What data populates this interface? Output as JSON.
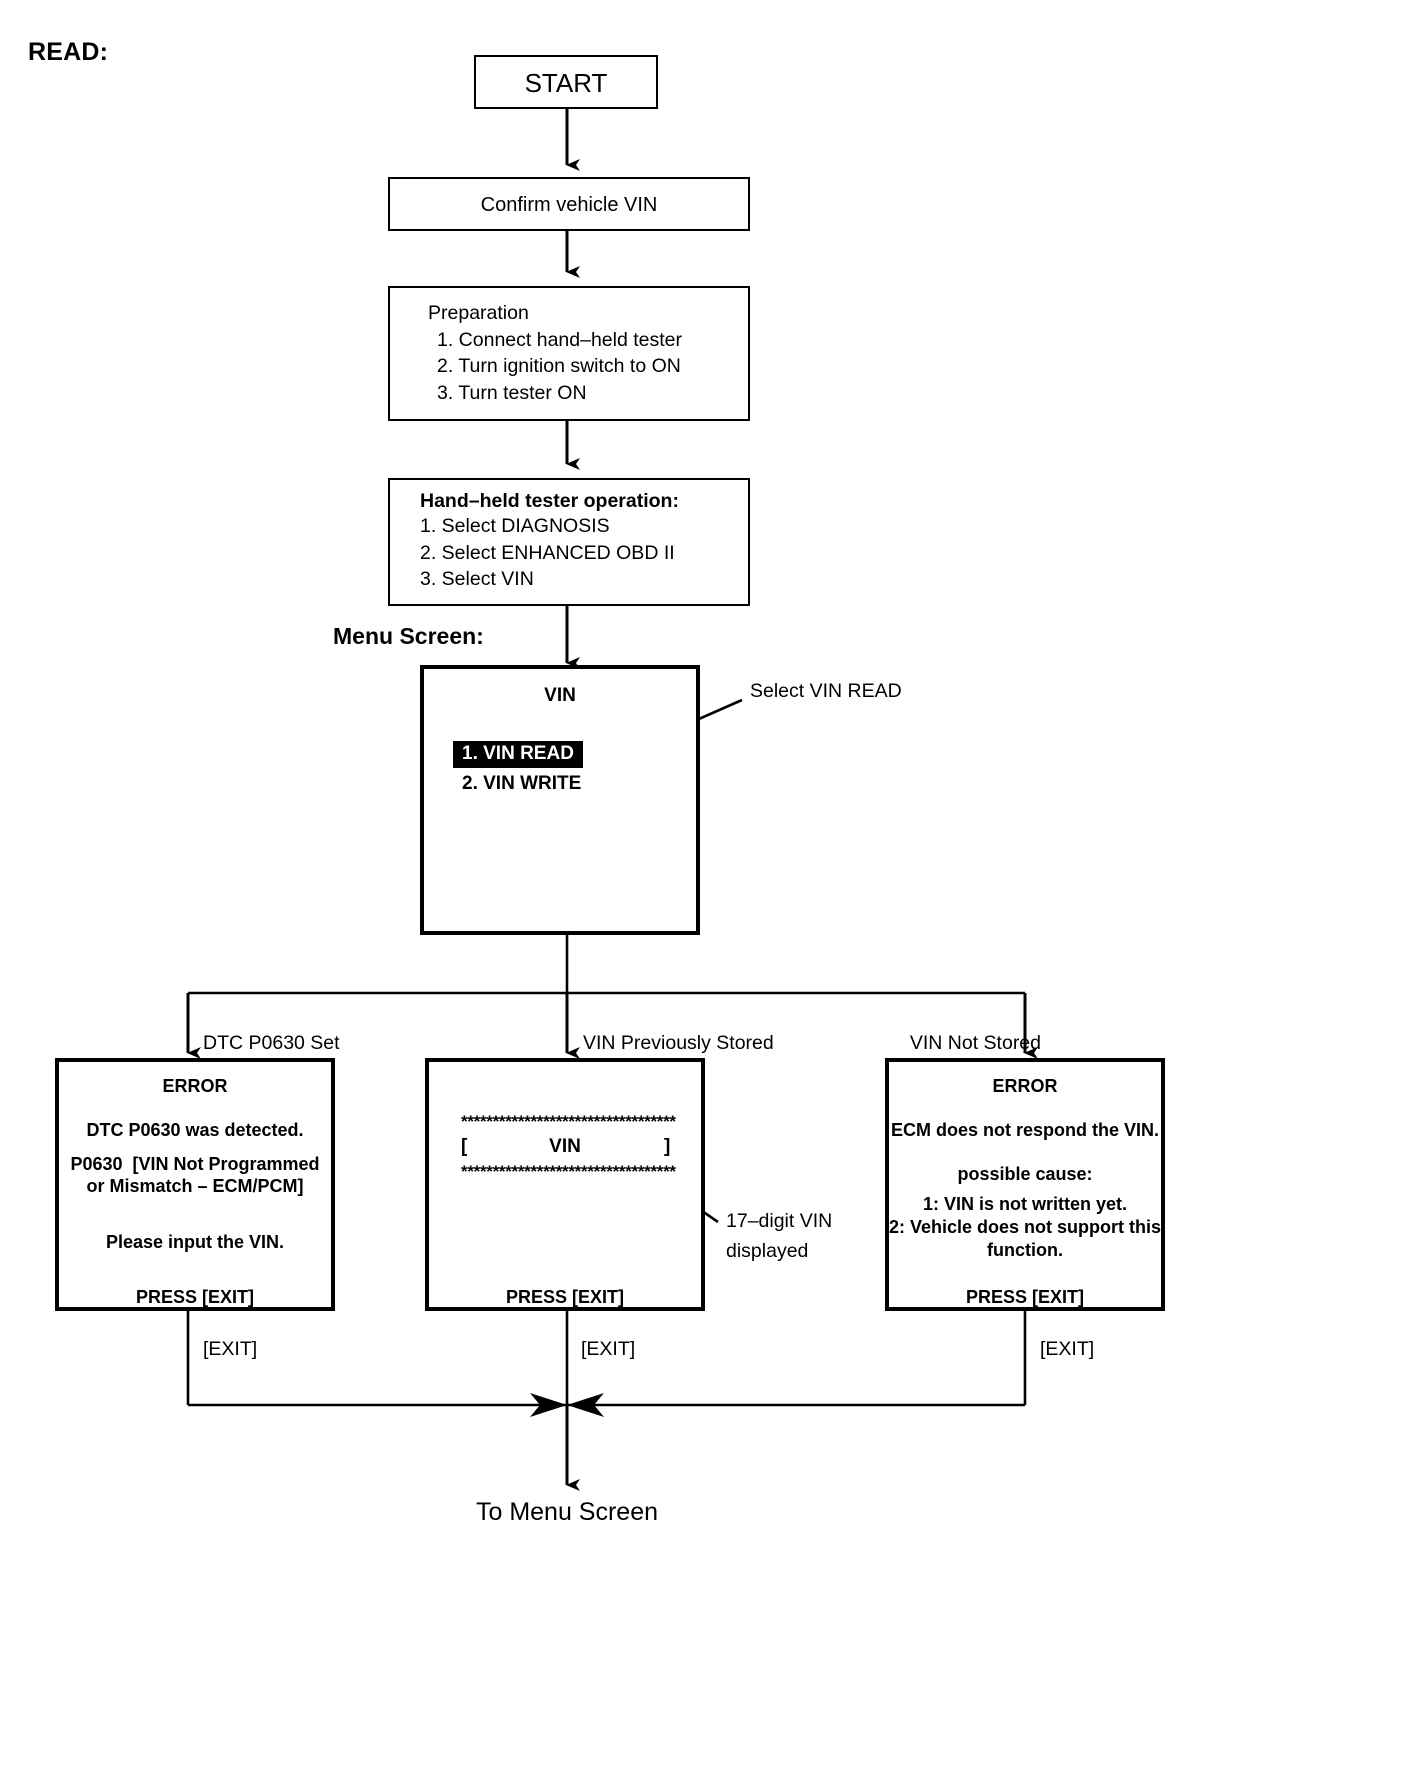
{
  "page": {
    "section_title": "READ:",
    "menu_screen_label": "Menu Screen:",
    "footer_label": "To Menu Screen"
  },
  "nodes": {
    "start": {
      "label": "START"
    },
    "confirm_vin": {
      "label": "Confirm vehicle VIN"
    },
    "preparation": {
      "heading": "Preparation",
      "steps": [
        "1. Connect hand–held tester",
        "2. Turn ignition switch to ON",
        "3. Turn tester ON"
      ]
    },
    "tester_operation": {
      "heading": "Hand–held tester operation:",
      "steps": [
        "1. Select DIAGNOSIS",
        "2. Select ENHANCED OBD II",
        "3. Select VIN"
      ]
    },
    "menu_lcd": {
      "title": "VIN",
      "items": [
        {
          "label": "1. VIN READ",
          "selected": true
        },
        {
          "label": "2. VIN WRITE",
          "selected": false
        }
      ],
      "callout": "Select VIN READ"
    }
  },
  "branches": [
    {
      "label": "DTC P0630 Set"
    },
    {
      "label": "VIN Previously Stored"
    },
    {
      "label": "VIN Not Stored"
    }
  ],
  "screens": {
    "error_dtc": {
      "title": "ERROR",
      "lines": [
        "DTC P0630 was detected.",
        "P0630  [VIN Not Programmed",
        "or Mismatch – ECM/PCM]",
        "Please input the VIN."
      ],
      "footer": "PRESS [EXIT]"
    },
    "vin_stored": {
      "stars_top": "**********************************",
      "bracket_open": "[",
      "vin_label": "VIN",
      "bracket_close": "]",
      "stars_bottom": "**********************************",
      "footer": "PRESS [EXIT]",
      "callout": "17–digit VIN\ndisplayed",
      "callout_line1": "17–digit VIN",
      "callout_line2": "displayed"
    },
    "error_no_response": {
      "title": "ERROR",
      "lines": [
        "ECM does not respond the VIN.",
        "possible cause:",
        "1: VIN is not written yet.",
        "2: Vehicle does not support this",
        "function."
      ],
      "footer": "PRESS [EXIT]"
    }
  },
  "exit_labels": {
    "left": "[EXIT]",
    "middle": "[EXIT]",
    "right": "[EXIT]"
  },
  "colors": {
    "stroke": "#000000",
    "background": "#ffffff",
    "highlight_bg": "#000000",
    "highlight_fg": "#ffffff"
  }
}
